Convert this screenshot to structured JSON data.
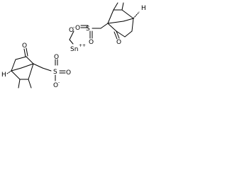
{
  "atoms": {
    "o_top_ketone": "O",
    "s_top": "S",
    "o_top_a": "O",
    "o_top_b": "O",
    "sn": "Sn",
    "sn_charge": "++",
    "o_top_minus": "O",
    "o_top_minus_charge": "-",
    "o_bottom_ketone": "O",
    "s_bottom": "S",
    "o_bottom_a": "O",
    "o_bottom_b": "O",
    "o_bottom_minus": "O",
    "o_bottom_minus_charge": "-",
    "h_top": "H",
    "h_bottom": "H"
  },
  "colors": {
    "ink": "#000000",
    "background": "#ffffff"
  }
}
